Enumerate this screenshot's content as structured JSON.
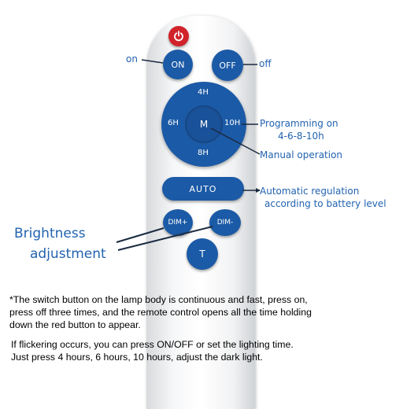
{
  "remote": {
    "buttons": {
      "on": "ON",
      "off": "OFF",
      "dial_top": "4H",
      "dial_left": "6H",
      "dial_center": "M",
      "dial_right": "10H",
      "dial_bottom": "8H",
      "auto": "AUTO",
      "dim_plus": "DIM+",
      "dim_minus": "DIM-",
      "timer": "T"
    },
    "colors": {
      "button_blue": "#1b5aa6",
      "power_red": "#d1232a",
      "callout_blue": "#2263b0"
    }
  },
  "callouts": {
    "on": "on",
    "off": "off",
    "programming_line1": "Programming on",
    "programming_line2": "4-6-8-10h",
    "manual": "Manual operation",
    "auto_line1": "Automatic regulation",
    "auto_line2": "according to battery level",
    "brightness_line1": "Brightness",
    "brightness_line2": "adjustment"
  },
  "notes": {
    "line1": "*The switch button on the lamp body is continuous and fast, press on,",
    "line2": "press off three times, and the remote control opens all the time holding",
    "line3": "down the red button to appear.",
    "line4": "If flickering occurs, you can press ON/OFF or set the lighting time.",
    "line5": "Just press 4 hours, 6 hours, 10 hours, adjust the dark light."
  }
}
